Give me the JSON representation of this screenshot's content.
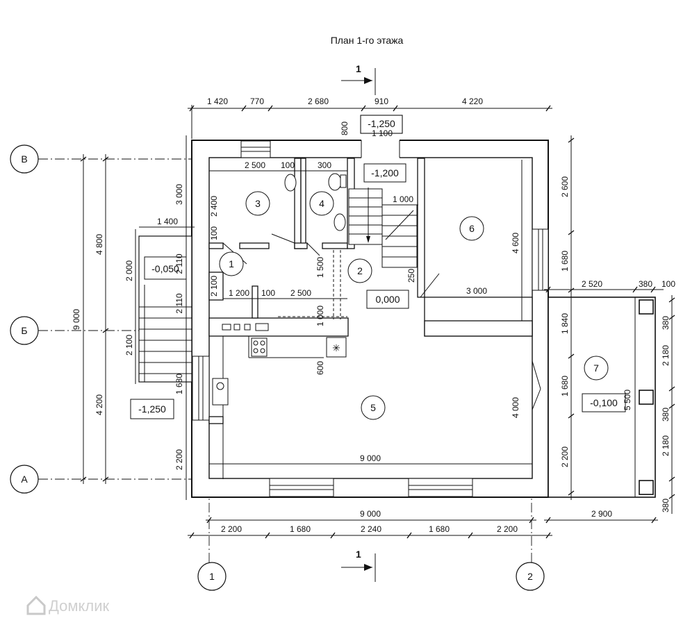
{
  "title": "План 1-го этажа",
  "section": "1",
  "axes": {
    "v1": "1",
    "v2": "2",
    "hA": "А",
    "hB": "Б",
    "hV": "В"
  },
  "rooms": [
    "1",
    "2",
    "3",
    "4",
    "5",
    "6",
    "7"
  ],
  "levels": {
    "porch_top": "-1,250",
    "stair": "-1,200",
    "side_entry": "-0,050",
    "ground_left": "-1,250",
    "floor": "0,000",
    "terrace": "-0,100"
  },
  "dims_top": [
    "1 420",
    "770",
    "2 680",
    "910",
    "4 220"
  ],
  "dims_bottom_total": "9 000",
  "dims_bottom": [
    "2 200",
    "1 680",
    "2 240",
    "1 680",
    "2 200"
  ],
  "dim_terrace_bottom": "2 900",
  "dims_left_outer": [
    "4 800",
    "4 200"
  ],
  "dim_left_total": "9 000",
  "dims_left_inner": [
    "3 000",
    "2 400",
    "100",
    "2 100",
    "2 110",
    "1 680",
    "2 200"
  ],
  "dims_porch_left": [
    "1 400",
    "2 000",
    "2 110",
    "2 100"
  ],
  "dims_right": [
    "2 600",
    "1 680",
    "1 840",
    "1 680",
    "2 200"
  ],
  "dims_interior": {
    "r3_w": "2 500",
    "wall100_a": "100",
    "r4_w": "300",
    "stair_w": "1 000",
    "r6_h": "4 600",
    "r6_w": "3 000",
    "hall_w1": "1 200",
    "wall100_b": "100",
    "hall_w2": "2 500",
    "hall_h": "1 500",
    "hall_h2": "1 000",
    "kitchen_d": "600",
    "r5_w": "9 000",
    "r5_h": "4 000",
    "stair_gap": "250",
    "porch_h": "800",
    "porch_w": "1 100"
  },
  "dims_terrace": [
    "2 520",
    "380",
    "100",
    "380",
    "2 180",
    "380",
    "2 180",
    "380",
    "5 500"
  ],
  "watermark": "Домклик"
}
